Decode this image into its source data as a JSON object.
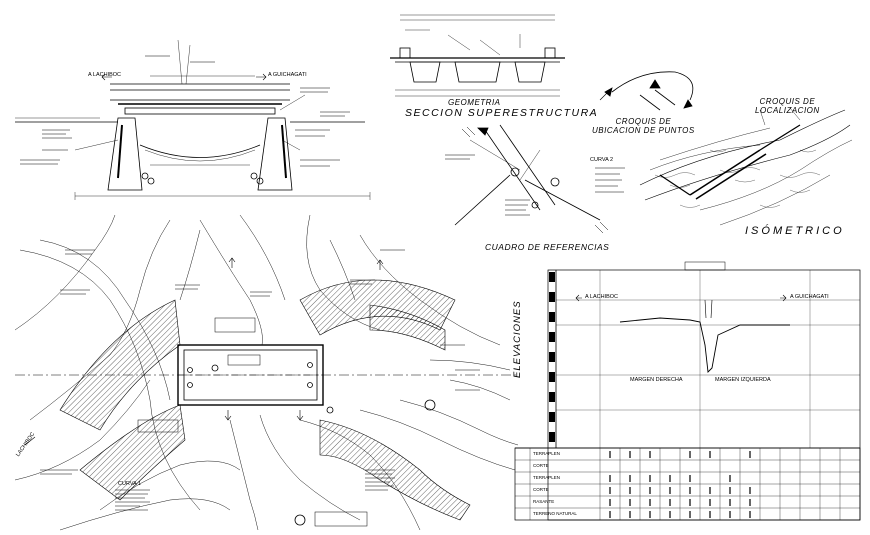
{
  "titles": {
    "geometria": "GEOMETRIA",
    "seccion": "SECCION SUPERESTRUCTURA",
    "croquis_puntos": "CROQUIS DE\nUBICACION DE PUNTOS",
    "croquis_localizacion": "CROQUIS DE\nLOCALIZACION",
    "isometrico": "ISÓMETRICO",
    "cuadro": "CUADRO DE REFERENCIAS",
    "elevaciones": "ELEVACIONES"
  },
  "labels": {
    "curva2": "CURVA 2",
    "curva1": "CURVA 1",
    "margen_izq": "MARGEN IZQUIERDA",
    "margen_der": "MARGEN DERECHA",
    "a_lachiboc_top": "A LACHIBOC",
    "a_guichagati_top": "A GUICHAGATI",
    "a_lachiboc_profile": "A LACHIBOC",
    "a_guichagati_profile": "A GUICHAGATI",
    "lachiboc_plan": "LACHIBOC"
  },
  "profile_table": {
    "rows": [
      "TERRAPLEN",
      "CORTE",
      "TERRAPLEN",
      "CORTE",
      "RASANTE",
      "TERRENO NATURAL"
    ]
  },
  "colors": {
    "ink": "#000000",
    "paper": "#ffffff"
  }
}
